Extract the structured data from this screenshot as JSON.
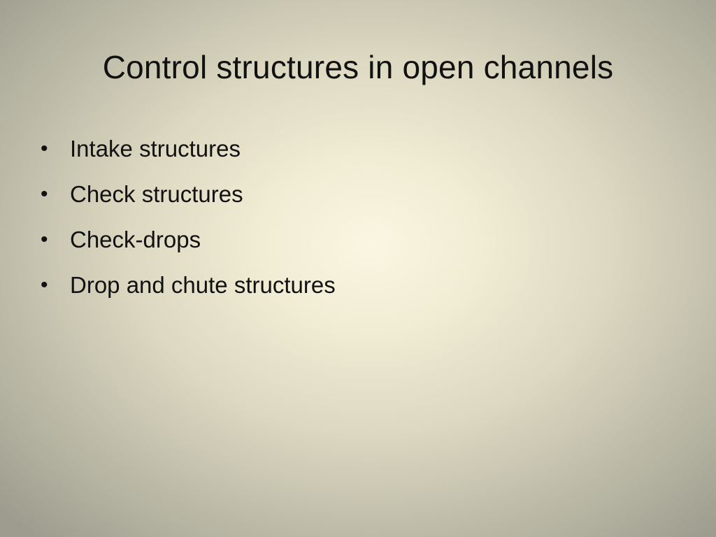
{
  "slide": {
    "title": "Control structures in open channels",
    "bullet_glyph": "•",
    "bullets": [
      "Intake structures",
      "Check structures",
      "Check-drops",
      "Drop and chute structures"
    ]
  },
  "colors": {
    "text": "#111111",
    "background_center": "#fbf6e1",
    "background_edge": "#9e9c8e"
  }
}
